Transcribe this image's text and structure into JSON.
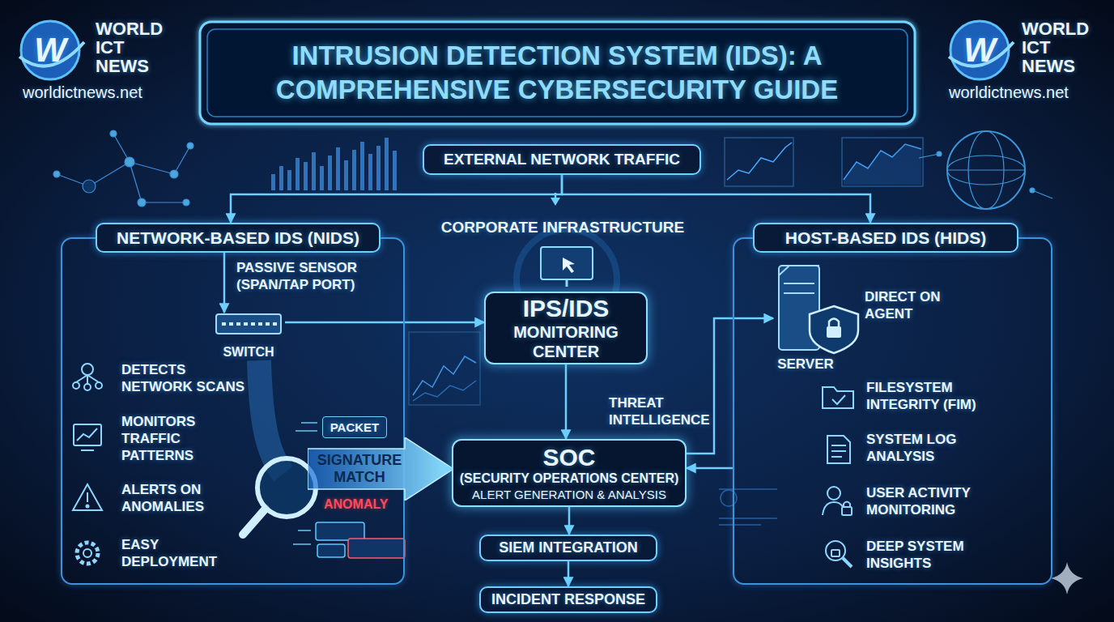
{
  "diagram": {
    "title": "INTRUSION DETECTION SYSTEM (IDS): A COMPREHENSIVE CYBERSECURITY GUIDE",
    "nodes": [
      {
        "text": [
          "EXTERNAL NETWORK TRAFFIC"
        ]
      },
      {
        "text": [
          "NETWORK-BASED IDS (NIDS)"
        ]
      },
      {
        "text": [
          "SWITCH"
        ],
        "in": 1
      },
      {
        "text": [
          "PACKET"
        ],
        "in": 1
      },
      {
        "text": [
          "SIGNATURE MATCH"
        ]
      },
      {
        "text": [
          "IPS/IDS",
          "MONITORING CENTER"
        ]
      },
      {
        "text": [
          "HOST-BASED IDS (HIDS)"
        ]
      },
      {
        "text": [
          "SERVER"
        ],
        "in": 6
      },
      {
        "text": [
          "SOC",
          "(SECURITY OPERATIONS CENTER)",
          "ALERT GENERATION & ANALYSIS"
        ]
      },
      {
        "text": [
          "SIEM INTEGRATION"
        ]
      },
      {
        "text": [
          "INCIDENT RESPONSE"
        ]
      }
    ],
    "edges": [
      {
        "from": 0,
        "to": 1,
        "arrow": "to"
      },
      {
        "from": 0,
        "to": 6,
        "arrow": "to"
      },
      {
        "from": 1,
        "to": 2,
        "label": "PASSIVE SENSOR (SPAN/TAP PORT)",
        "arrow": "to"
      },
      {
        "from": 2,
        "to": 5,
        "arrow": "to"
      },
      {
        "from": 5,
        "to": 8,
        "label": "THREAT INTELLIGENCE",
        "arrow": "to"
      },
      {
        "from": 8,
        "to": 7,
        "arrow": "to"
      },
      {
        "from": 6,
        "to": 8,
        "arrow": "to"
      },
      {
        "from": 8,
        "to": 9,
        "arrow": "to"
      },
      {
        "from": 9,
        "to": 10,
        "arrow": "to"
      }
    ],
    "labels": [
      "W",
      "WORLD ICT NEWS",
      "worldictnews.net",
      "W",
      "WORLD ICT NEWS",
      "worldictnews.net",
      "CORPORATE INFRASTRUCTURE",
      "DETECTS NETWORK SCANS",
      "MONITORS TRAFFIC PATTERNS",
      "ALERTS ON ANOMALIES",
      "EASY DEPLOYMENT",
      "ANOMALY",
      "DIRECT ON AGENT",
      "FILESYSTEM INTEGRITY (FIM)",
      "SYSTEM LOG ANALYSIS",
      "USER ACTIVITY MONITORING",
      "DEEP SYSTEM INSIGHTS"
    ]
  }
}
